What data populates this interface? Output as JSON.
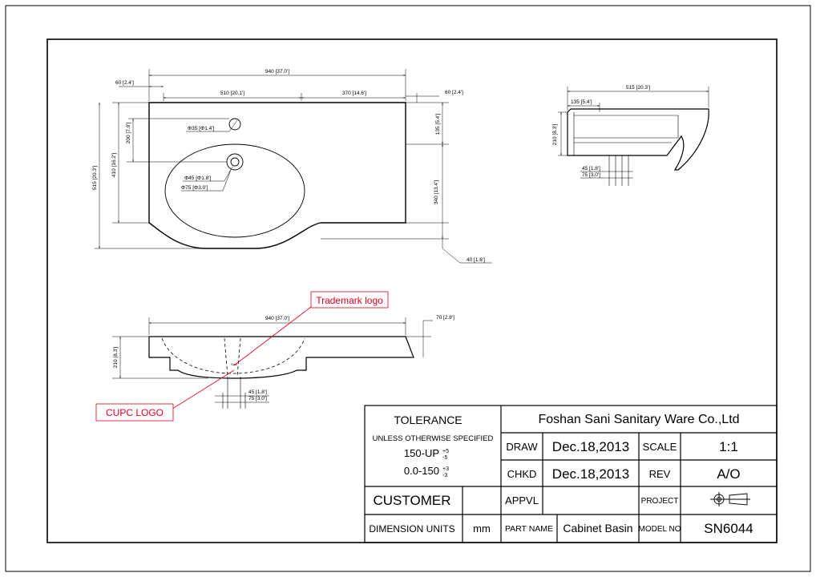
{
  "plan_view": {
    "dims": {
      "overall_width": "940 [37.0']",
      "left_offset": "60 [2.4']",
      "center_to_hole": "510 [20.1']",
      "right_part": "370 [14.6']",
      "right_offset": "60 [2.4']",
      "hole_down": "200 [7.9']",
      "depth_410": "410 [16.2']",
      "depth_515": "515 [20.3']",
      "right_135": "135 [5.4']",
      "right_340": "340 [13.4']",
      "bottom_40": "40 [1.6']",
      "faucet_hole": "Φ35 [Φ1.4']",
      "drain_45": "Φ45 [Φ1.8']",
      "drain_75": "Φ75 [Φ3.0']"
    }
  },
  "side_view": {
    "dims": {
      "depth_515": "515 [20.3']",
      "top_135": "135 [5.4']",
      "height_210": "210 [8.3']",
      "drain_45": "45 [1.8']",
      "drain_75": "75 [3.0']"
    }
  },
  "front_view": {
    "dims": {
      "overall_width": "940 [37.0']",
      "top_70": "70 [2.8']",
      "height_210": "210 [8.3']",
      "drain_45": "45 [1.8']",
      "drain_75": "75 [3.0']"
    },
    "logo_small": "Sani"
  },
  "callouts": {
    "trademark": "Trademark logo",
    "cupc": "CUPC LOGO"
  },
  "title_block": {
    "tolerance": "TOLERANCE",
    "unless": "UNLESS OTHERWISE SPECIFIED",
    "tol1_range": "150-UP",
    "tol1_plus": "+5",
    "tol1_minus": "-5",
    "tol2_range": "0.0-150",
    "tol2_plus": "+3",
    "tol2_minus": "-3",
    "company": "Foshan Sani Sanitary Ware Co.,Ltd",
    "draw_label": "DRAW",
    "draw_date": "Dec.18,2013",
    "scale_label": "SCALE",
    "scale_value": "1:1",
    "chkd_label": "CHKD",
    "chkd_date": "Dec.18,2013",
    "rev_label": "REV",
    "rev_value": "A/O",
    "customer": "CUSTOMER",
    "appvl": "APPVL",
    "project": "PROJECT",
    "dimension_units_label": "DIMENSION UNITS",
    "dimension_units_value": "mm",
    "part_name_label": "PART NAME",
    "part_name_value": "Cabinet Basin",
    "model_no_label": "MODEL NO",
    "model_no_value": "SN6044"
  }
}
